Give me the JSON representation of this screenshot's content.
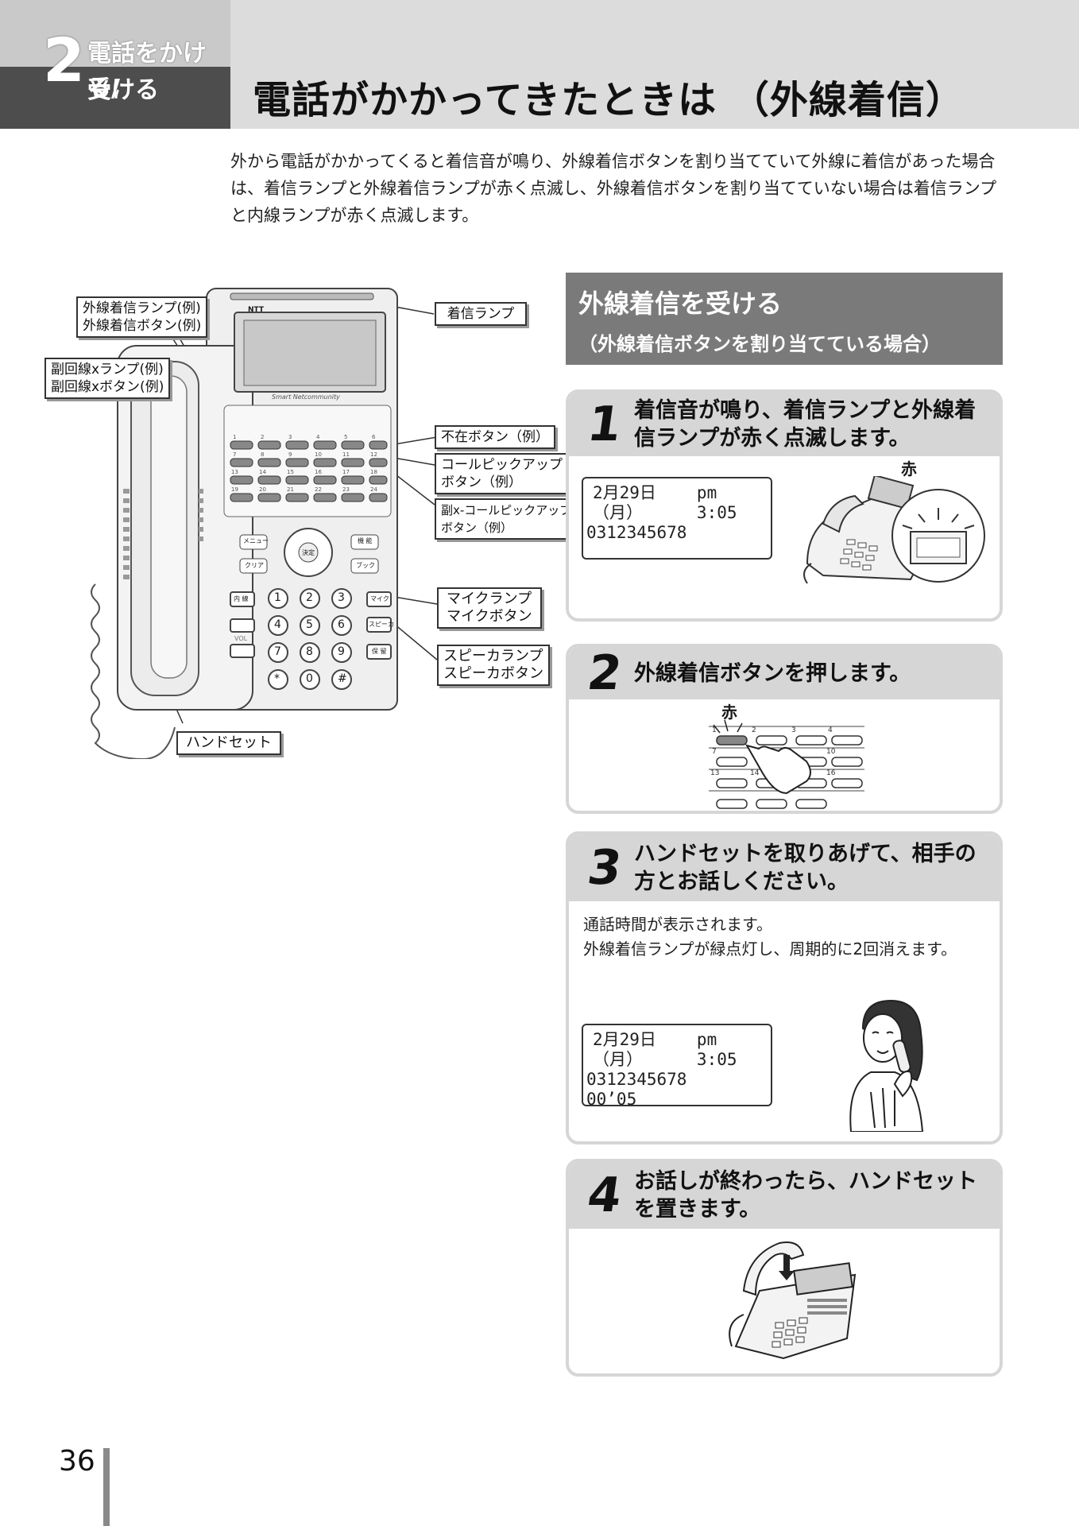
{
  "header": {
    "chapter_number": "2",
    "chapter_title_line1": "電話をかける/",
    "chapter_title_line2": "受ける",
    "page_title": "電話がかかってきたときは （外線着信）"
  },
  "intro": "外から電話がかかってくると着信音が鳴り、外線着信ボタンを割り当てていて外線に着信があった場合は、着信ランプと外線着信ランプが赤く点滅し、外線着信ボタンを割り当てていない場合は着信ランプと内線ランプが赤く点滅します。",
  "diagram": {
    "callouts": {
      "outside_lamp_line1": "外線着信ランプ(例)",
      "outside_lamp_line2": "外線着信ボタン(例)",
      "sub_line_line1": "副回線xランプ(例)",
      "sub_line_line2": "副回線xボタン(例)",
      "ring_lamp": "着信ランプ",
      "absent": "不在ボタン（例）",
      "call_pickup_line1": "コールピックアップ",
      "call_pickup_line2": "ボタン（例）",
      "sub_pickup_line1": "副x-コールピックアップ",
      "sub_pickup_line2": "ボタン（例）",
      "mic_line1": "マイクランプ",
      "mic_line2": "マイクボタン",
      "speaker_line1": "スピーカランプ",
      "speaker_line2": "スピーカボタン",
      "handset": "ハンドセット"
    },
    "phone": {
      "brand": "NTT",
      "model_label": "Smart Netcommunity",
      "line_numbers": [
        "1",
        "2",
        "3",
        "4",
        "5",
        "6",
        "7",
        "8",
        "9",
        "10",
        "11",
        "12",
        "13",
        "14",
        "15",
        "16",
        "17",
        "18",
        "19",
        "20",
        "21",
        "22",
        "23",
        "24"
      ],
      "menu": "メニュー",
      "clear": "クリア",
      "decide": "決定",
      "function": "機 能",
      "book": "ブック",
      "naisen": "内 線",
      "vol": "VOL",
      "mic": "マイク",
      "speaker": "スピーカ",
      "hold": "保 留",
      "keys": [
        "1",
        "2",
        "3",
        "4",
        "5",
        "6",
        "7",
        "8",
        "9",
        "*",
        "0",
        "#"
      ]
    }
  },
  "section": {
    "title": "外線着信を受ける",
    "subtitle": "（外線着信ボタンを割り当てている場合）"
  },
  "steps": [
    {
      "number": "1",
      "text": "着信音が鳴り、着信ランプと外線着信ランプが赤く点滅します。",
      "red_label": "赤",
      "lcd": {
        "date": "2月29日（月）",
        "time": "pm 3:05",
        "number": "0312345678"
      }
    },
    {
      "number": "2",
      "text": "外線着信ボタンを押します。",
      "red_label": "赤",
      "key_labels": [
        "1",
        "2",
        "3",
        "4",
        "7",
        "10",
        "13",
        "14",
        "16"
      ]
    },
    {
      "number": "3",
      "text": "ハンドセットを取りあげて、相手の方とお話しください。",
      "notes": [
        "通話時間が表示されます。",
        "外線着信ランプが緑点灯し、周期的に2回消えます。"
      ],
      "lcd": {
        "date": "2月29日（月）",
        "time": "pm 3:05",
        "number": "0312345678",
        "duration": "00’05"
      }
    },
    {
      "number": "4",
      "text": "お話しが終わったら、ハンドセットを置きます。"
    }
  ],
  "footer": {
    "page_number": "36"
  }
}
